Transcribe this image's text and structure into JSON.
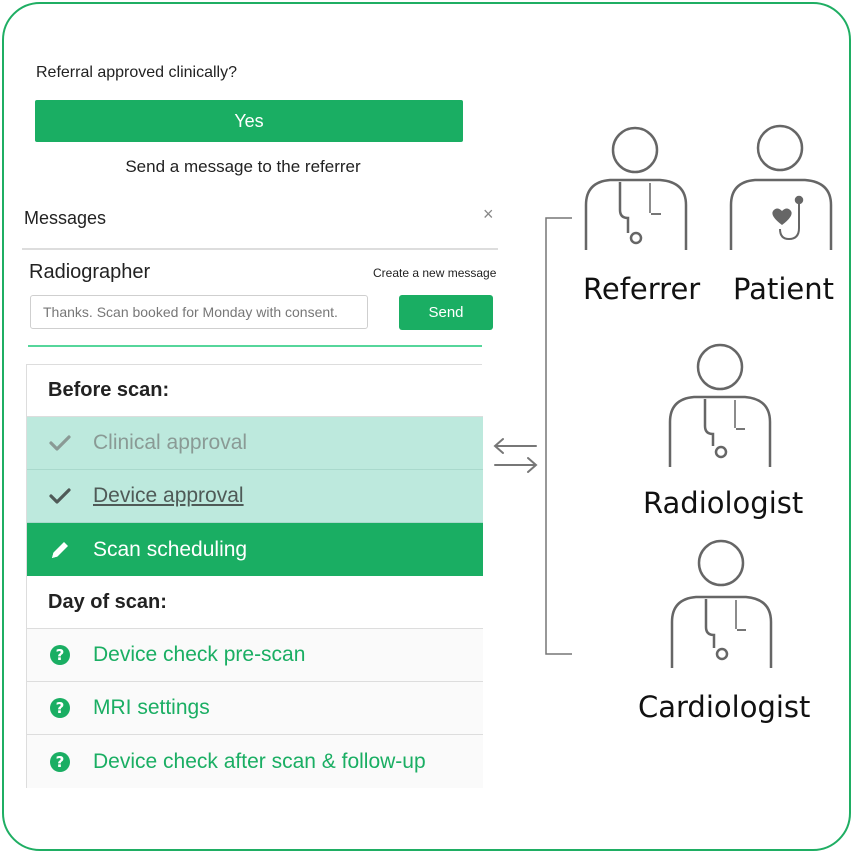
{
  "referral": {
    "question": "Referral approved clinically?",
    "yes_label": "Yes",
    "send_message_label": "Send a message to the referrer"
  },
  "messages": {
    "title": "Messages",
    "close_symbol": "×",
    "sender": "Radiographer",
    "create_new_label": "Create a new message",
    "input_value": "Thanks. Scan booked for Monday with consent.",
    "send_label": "Send"
  },
  "checklist": {
    "before_heading": "Before scan:",
    "clinical_approval": "Clinical approval",
    "device_approval": "Device approval",
    "scan_scheduling": "Scan scheduling",
    "day_heading": "Day of scan:",
    "device_check_pre": "Device check pre-scan",
    "mri_settings": "MRI settings",
    "device_check_after": "Device check after scan & follow-up"
  },
  "roles": {
    "referrer": "Referrer",
    "patient": "Patient",
    "radiologist": "Radiologist",
    "cardiologist": "Cardiologist"
  },
  "colors": {
    "accent": "#1aae63",
    "done_bg": "#bde9dd",
    "frame": "#1fae63"
  },
  "icons": {
    "done": "check-icon",
    "active": "pencil-icon",
    "todo": "question-circle-icon",
    "exchange": "bidirectional-arrows-icon"
  }
}
